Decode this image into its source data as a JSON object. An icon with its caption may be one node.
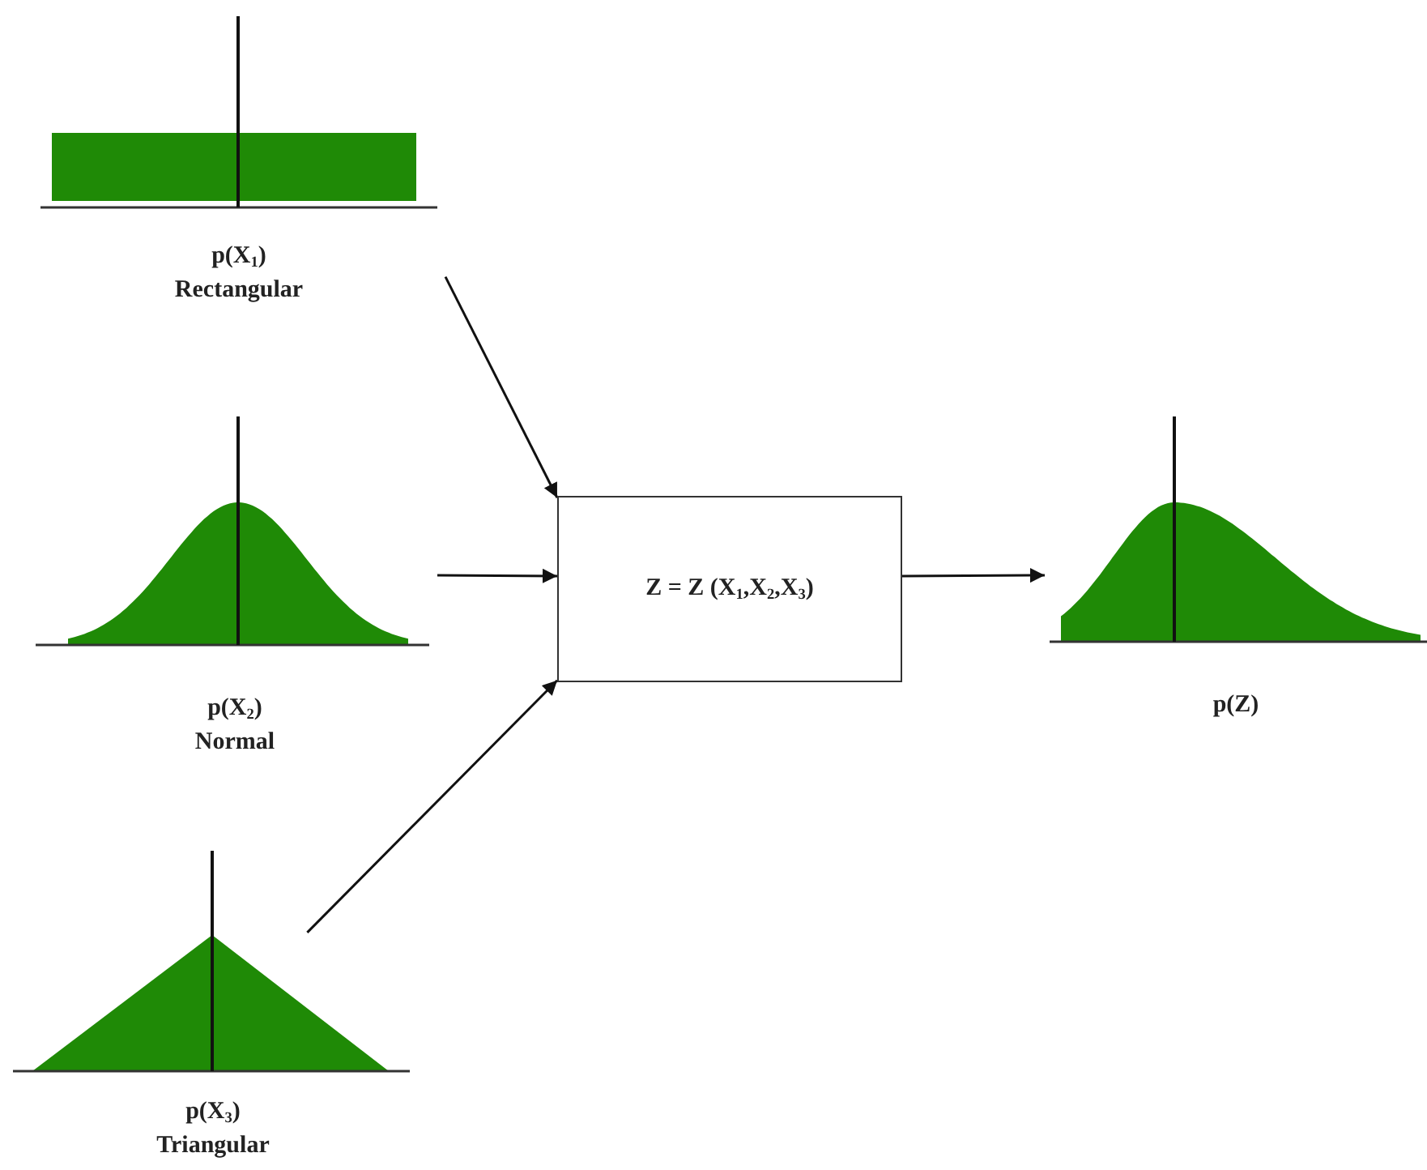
{
  "diagram": {
    "nodes": [
      {
        "text": [
          "p(X$_{1}$)",
          "Rectangular"
        ]
      },
      {
        "text": [
          "p(X$_{2}$)",
          "Normal"
        ]
      },
      {
        "text": [
          "p(X$_{3}$)",
          "Triangular"
        ]
      },
      {
        "text": [
          "Z = Z (X$_{1}$,X$_{2}$,X$_{3}$)"
        ]
      },
      {
        "text": [
          "p(Z)"
        ]
      }
    ],
    "edges": [
      {
        "from": 0,
        "to": 3,
        "arrow": "to"
      },
      {
        "from": 1,
        "to": 3,
        "arrow": "to"
      },
      {
        "from": 2,
        "to": 3,
        "arrow": "to"
      },
      {
        "from": 3,
        "to": 4,
        "arrow": "to"
      }
    ]
  }
}
